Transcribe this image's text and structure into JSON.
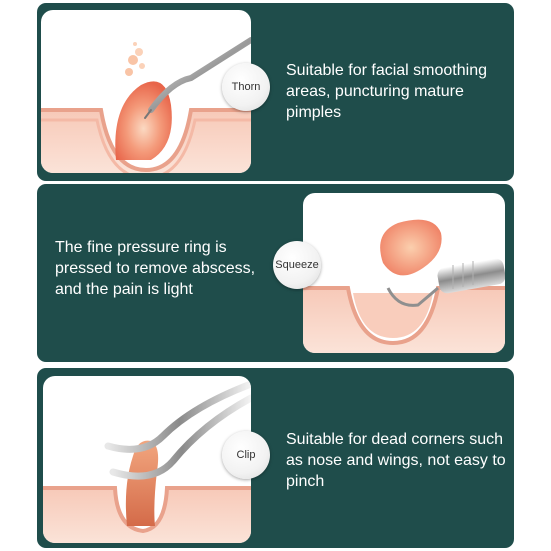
{
  "panels": [
    {
      "tool": "Thorn",
      "description": "Suitable for facial smoothing areas, puncturing mature pimples"
    },
    {
      "tool": "Squeeze",
      "description": "The fine pressure ring is pressed to remove abscess, and the pain is light"
    },
    {
      "tool": "Clip",
      "description": "Suitable for dead corners such as nose and wings, not easy to pinch"
    }
  ],
  "colors": {
    "panel_bg": "#1f4d4b",
    "text": "#ffffff",
    "skin": "#f3c4b4",
    "pimple": "#f08a6e"
  },
  "icons": [
    "thorn-tool-icon",
    "squeeze-tool-icon",
    "clip-tool-icon"
  ]
}
